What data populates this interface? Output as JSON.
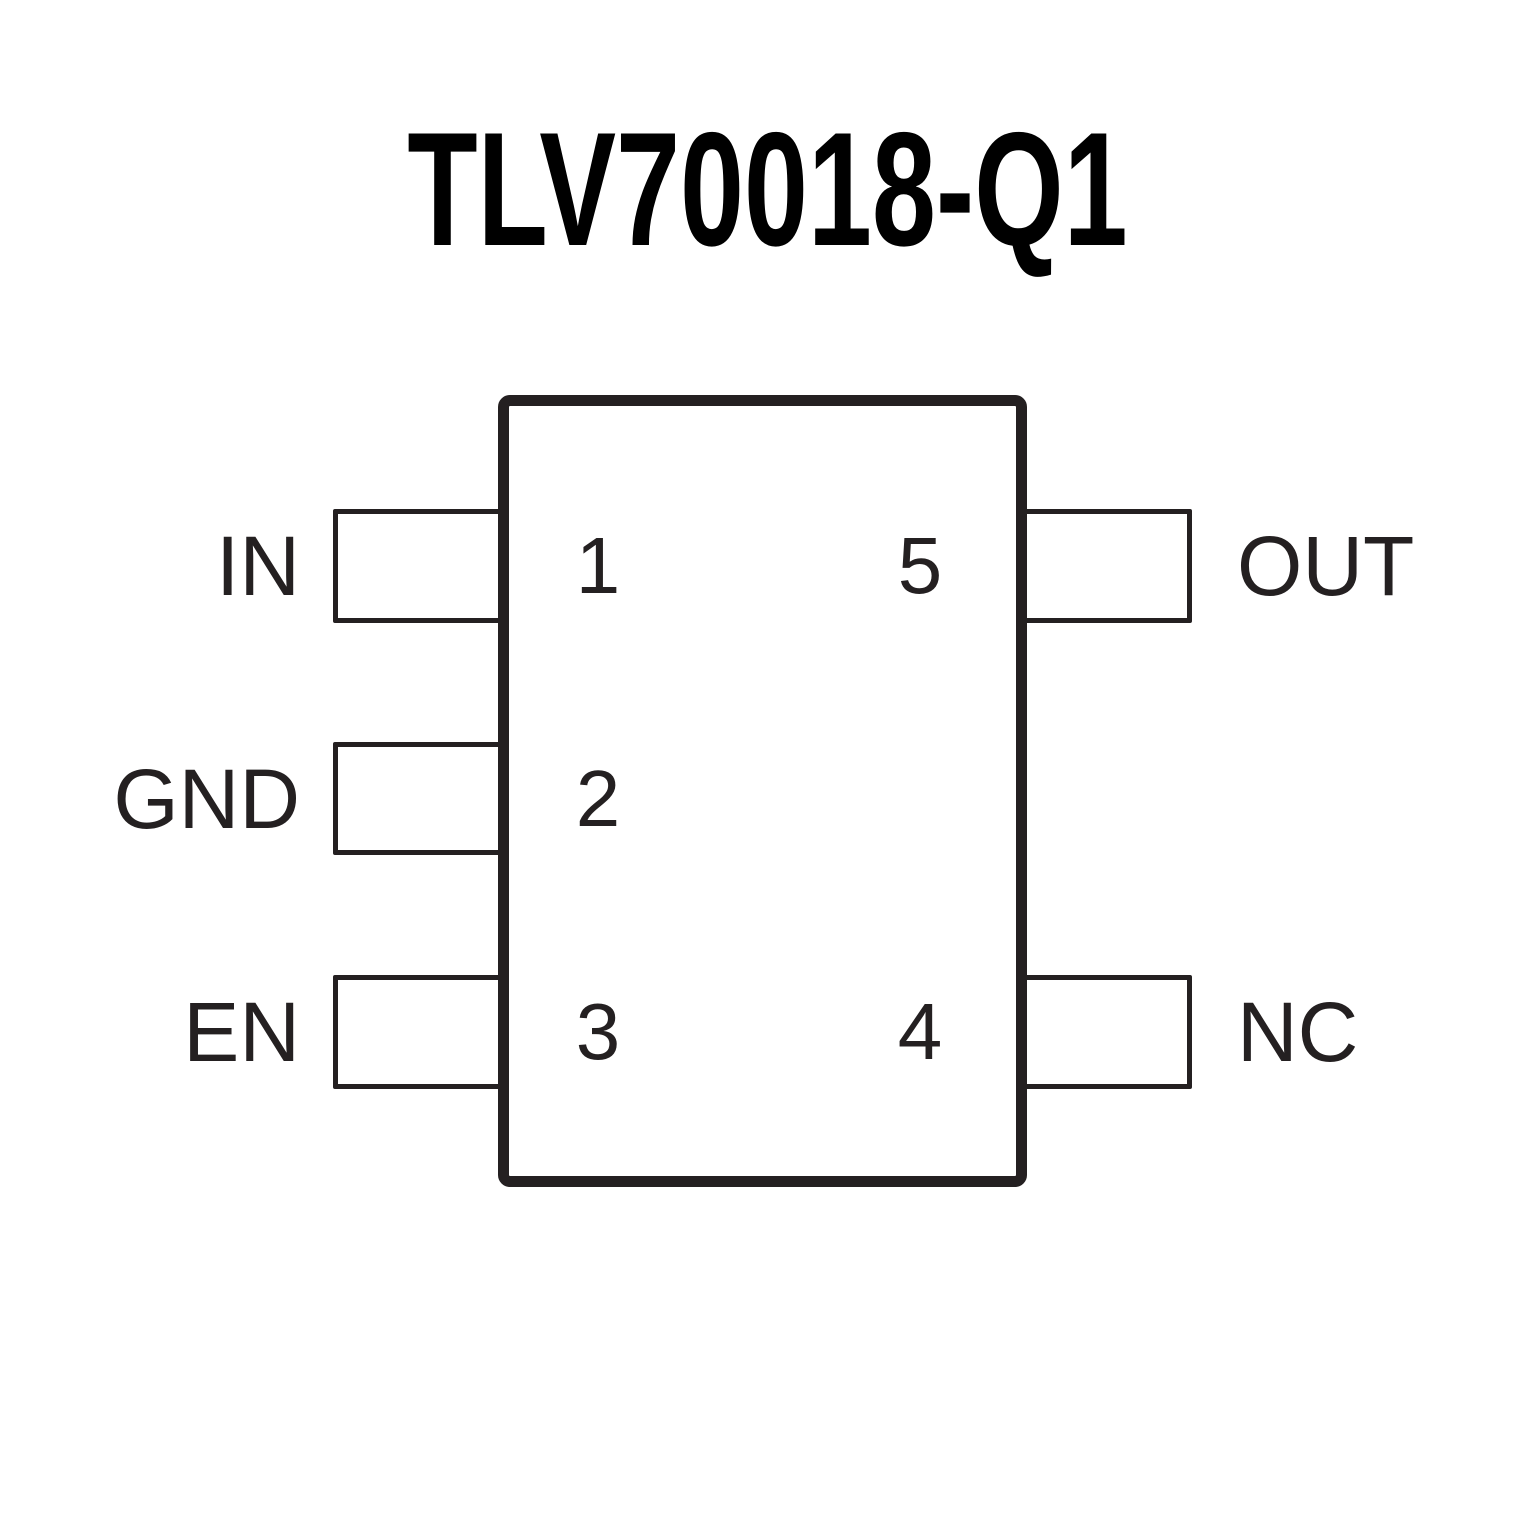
{
  "title": "TLV70018-Q1",
  "diagram": {
    "package_type": "5-pin IC top view",
    "left_pins": [
      {
        "number": "1",
        "label": "IN"
      },
      {
        "number": "2",
        "label": "GND"
      },
      {
        "number": "3",
        "label": "EN"
      }
    ],
    "right_pins": [
      {
        "number": "5",
        "label": "OUT"
      },
      {
        "number": "4",
        "label": "NC"
      }
    ]
  },
  "colors": {
    "line": "#242021",
    "title": "#000000",
    "background": "#ffffff"
  }
}
